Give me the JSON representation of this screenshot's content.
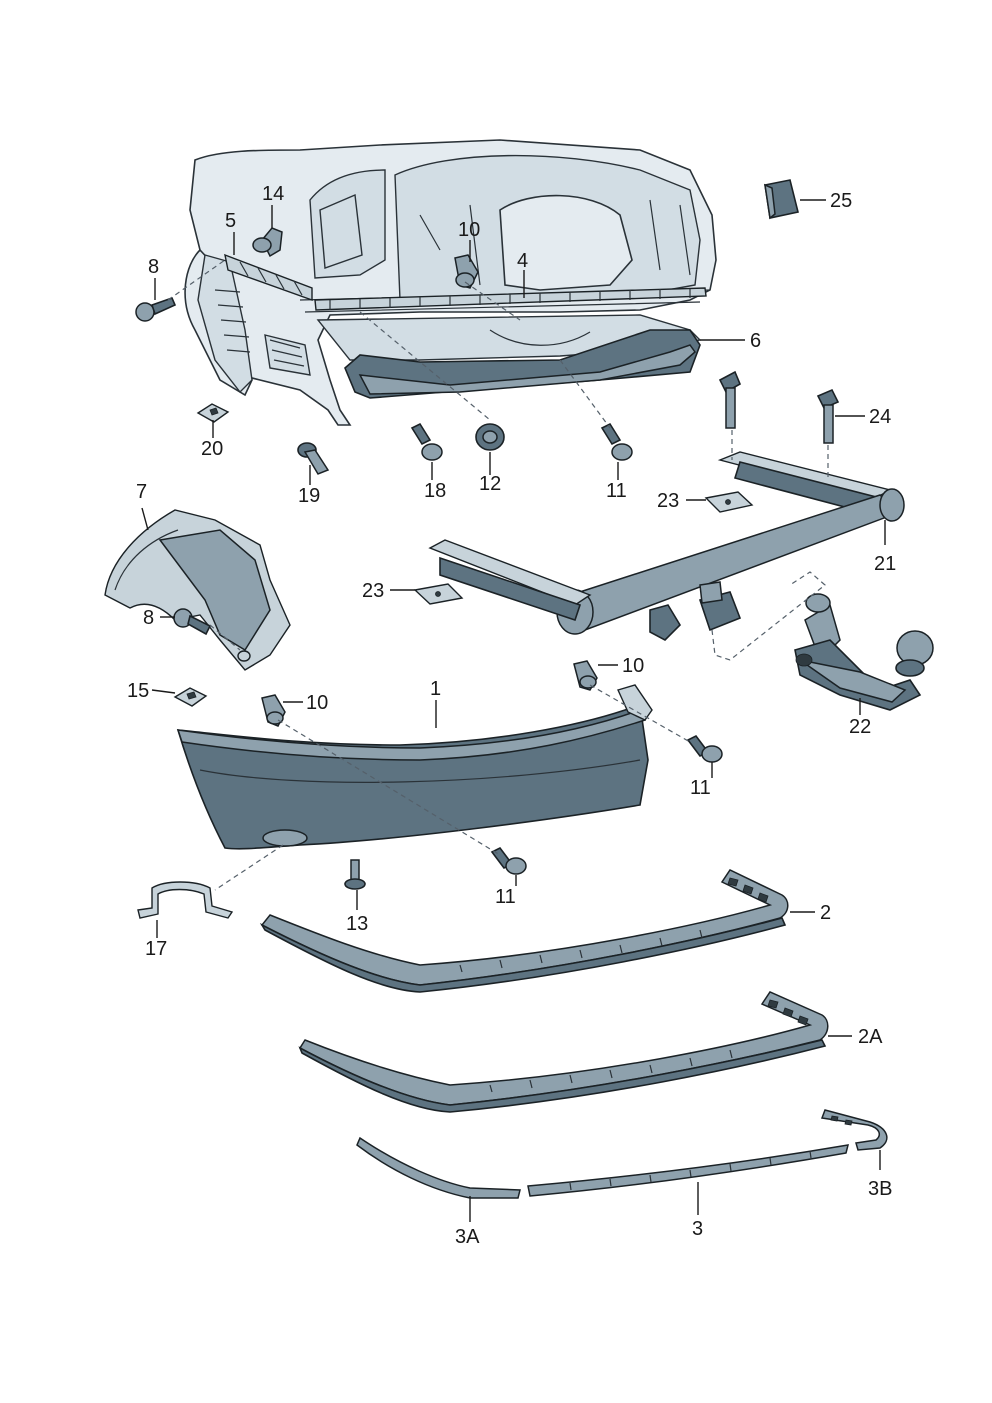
{
  "diagram": {
    "callouts": [
      {
        "id": "c1",
        "label": "1"
      },
      {
        "id": "c2",
        "label": "2"
      },
      {
        "id": "c2a",
        "label": "2A"
      },
      {
        "id": "c3",
        "label": "3"
      },
      {
        "id": "c3a",
        "label": "3A"
      },
      {
        "id": "c3b",
        "label": "3B"
      },
      {
        "id": "c4",
        "label": "4"
      },
      {
        "id": "c5",
        "label": "5"
      },
      {
        "id": "c6",
        "label": "6"
      },
      {
        "id": "c7",
        "label": "7"
      },
      {
        "id": "c8a",
        "label": "8"
      },
      {
        "id": "c8b",
        "label": "8"
      },
      {
        "id": "c10a",
        "label": "10"
      },
      {
        "id": "c10b",
        "label": "10"
      },
      {
        "id": "c10c",
        "label": "10"
      },
      {
        "id": "c11a",
        "label": "11"
      },
      {
        "id": "c11b",
        "label": "11"
      },
      {
        "id": "c11c",
        "label": "11"
      },
      {
        "id": "c12",
        "label": "12"
      },
      {
        "id": "c13",
        "label": "13"
      },
      {
        "id": "c14",
        "label": "14"
      },
      {
        "id": "c15",
        "label": "15"
      },
      {
        "id": "c17",
        "label": "17"
      },
      {
        "id": "c18",
        "label": "18"
      },
      {
        "id": "c19",
        "label": "19"
      },
      {
        "id": "c20",
        "label": "20"
      },
      {
        "id": "c21",
        "label": "21"
      },
      {
        "id": "c22",
        "label": "22"
      },
      {
        "id": "c23a",
        "label": "23"
      },
      {
        "id": "c23b",
        "label": "23"
      },
      {
        "id": "c24",
        "label": "24"
      },
      {
        "id": "c25",
        "label": "25"
      }
    ]
  },
  "colors": {
    "part_dark": "#5d7381",
    "part_light": "#8ea1ad",
    "body_shell": "#e4ebf0",
    "outline": "#1b2226"
  }
}
